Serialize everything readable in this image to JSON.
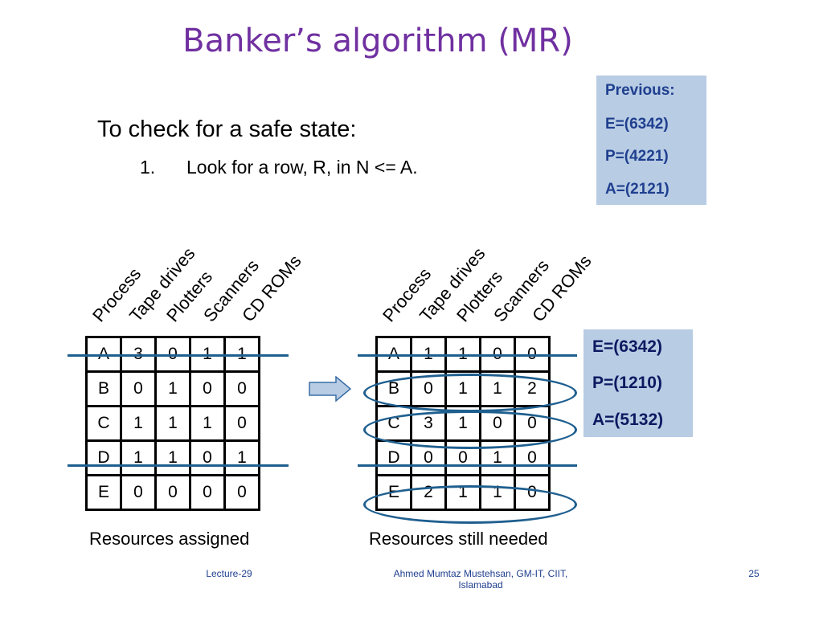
{
  "slide": {
    "title": "Banker’s algorithm (MR)",
    "heading": "To check for a safe state:",
    "steps": [
      {
        "number": "1.",
        "text": "Look for a row, R, in N <= A."
      }
    ]
  },
  "previous_box": {
    "title": "Previous:",
    "lines": [
      "E=(6342)",
      "P=(4221)",
      "A=(2121)"
    ]
  },
  "current_box": {
    "lines": [
      "E=(6342)",
      "P=(1210)",
      "A=(5132)"
    ]
  },
  "column_headers": [
    "Process",
    "Tape drives",
    "Plotters",
    "Scanners",
    "CD ROMs"
  ],
  "assigned": {
    "caption": "Resources assigned",
    "rows": [
      [
        "A",
        "3",
        "0",
        "1",
        "1"
      ],
      [
        "B",
        "0",
        "1",
        "0",
        "0"
      ],
      [
        "C",
        "1",
        "1",
        "1",
        "0"
      ],
      [
        "D",
        "1",
        "1",
        "0",
        "1"
      ],
      [
        "E",
        "0",
        "0",
        "0",
        "0"
      ]
    ]
  },
  "needed": {
    "caption": "Resources still needed",
    "rows": [
      [
        "A",
        "1",
        "1",
        "0",
        "0"
      ],
      [
        "B",
        "0",
        "1",
        "1",
        "2"
      ],
      [
        "C",
        "3",
        "1",
        "0",
        "0"
      ],
      [
        "D",
        "0",
        "0",
        "1",
        "0"
      ],
      [
        "E",
        "2",
        "1",
        "1",
        "0"
      ]
    ]
  },
  "footer": {
    "left": "Lecture-29",
    "center_line1": "Ahmed Mumtaz Mustehsan, GM-IT, CIIT,",
    "center_line2": "Islamabad",
    "page_number": "25"
  },
  "colors": {
    "title": "#7030a0",
    "box_fill": "#b8cce4",
    "annotation_line": "#1f5f8f",
    "arrow_fill": "#b8cce4"
  }
}
